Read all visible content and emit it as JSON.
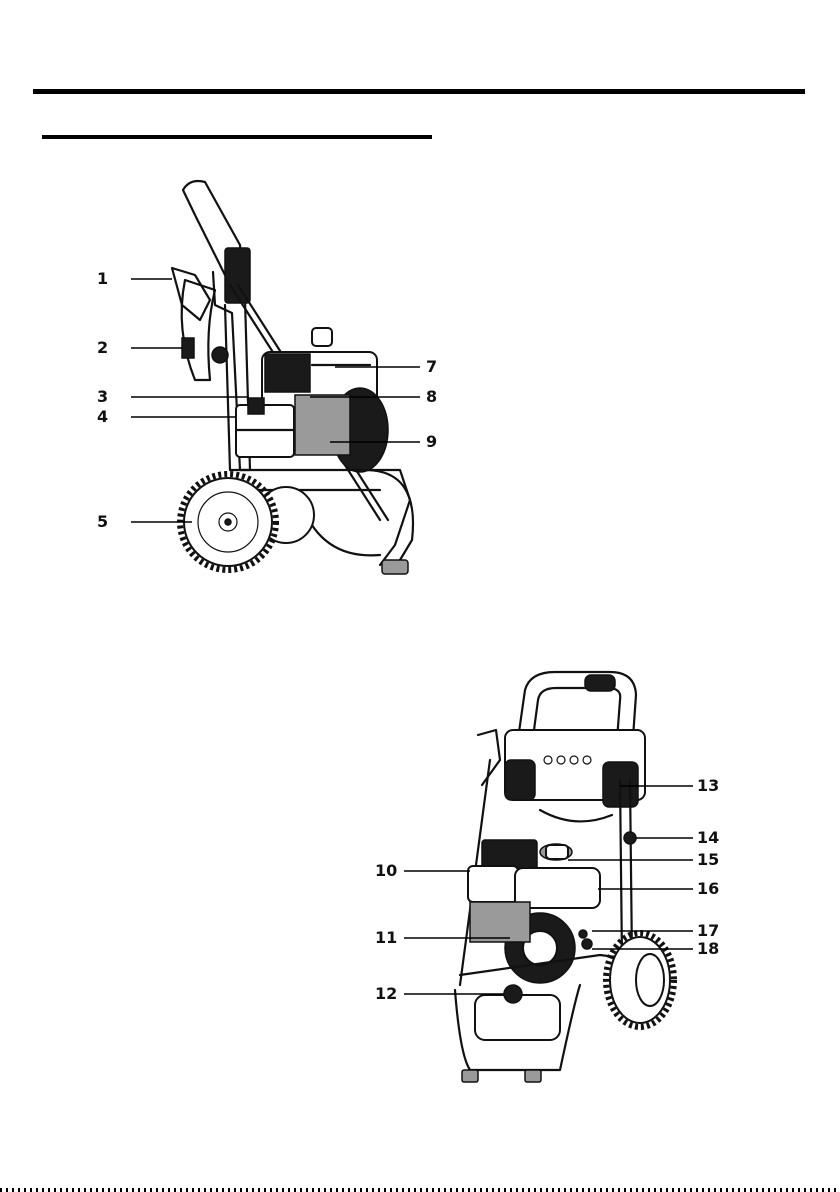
{
  "side_view": {
    "callouts": [
      "1",
      "2",
      "3",
      "4",
      "5",
      "7",
      "8",
      "9"
    ]
  },
  "front_view": {
    "callouts": [
      "10",
      "11",
      "12",
      "13",
      "14",
      "15",
      "16",
      "17",
      "18"
    ]
  }
}
